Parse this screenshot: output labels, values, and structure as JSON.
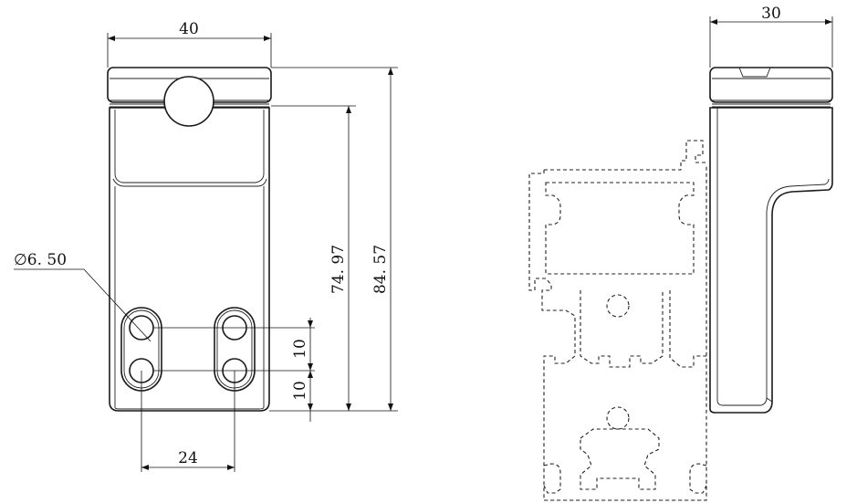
{
  "drawing": {
    "front_view": {
      "width_dim": "40",
      "diameter_dim": "∅6. 50",
      "height_inner_dim": "74. 97",
      "height_total_dim": "84. 57",
      "hole_pitch_v1": "10",
      "hole_pitch_v2": "10",
      "hole_spacing_h": "24"
    },
    "side_view": {
      "width_dim": "30"
    }
  }
}
